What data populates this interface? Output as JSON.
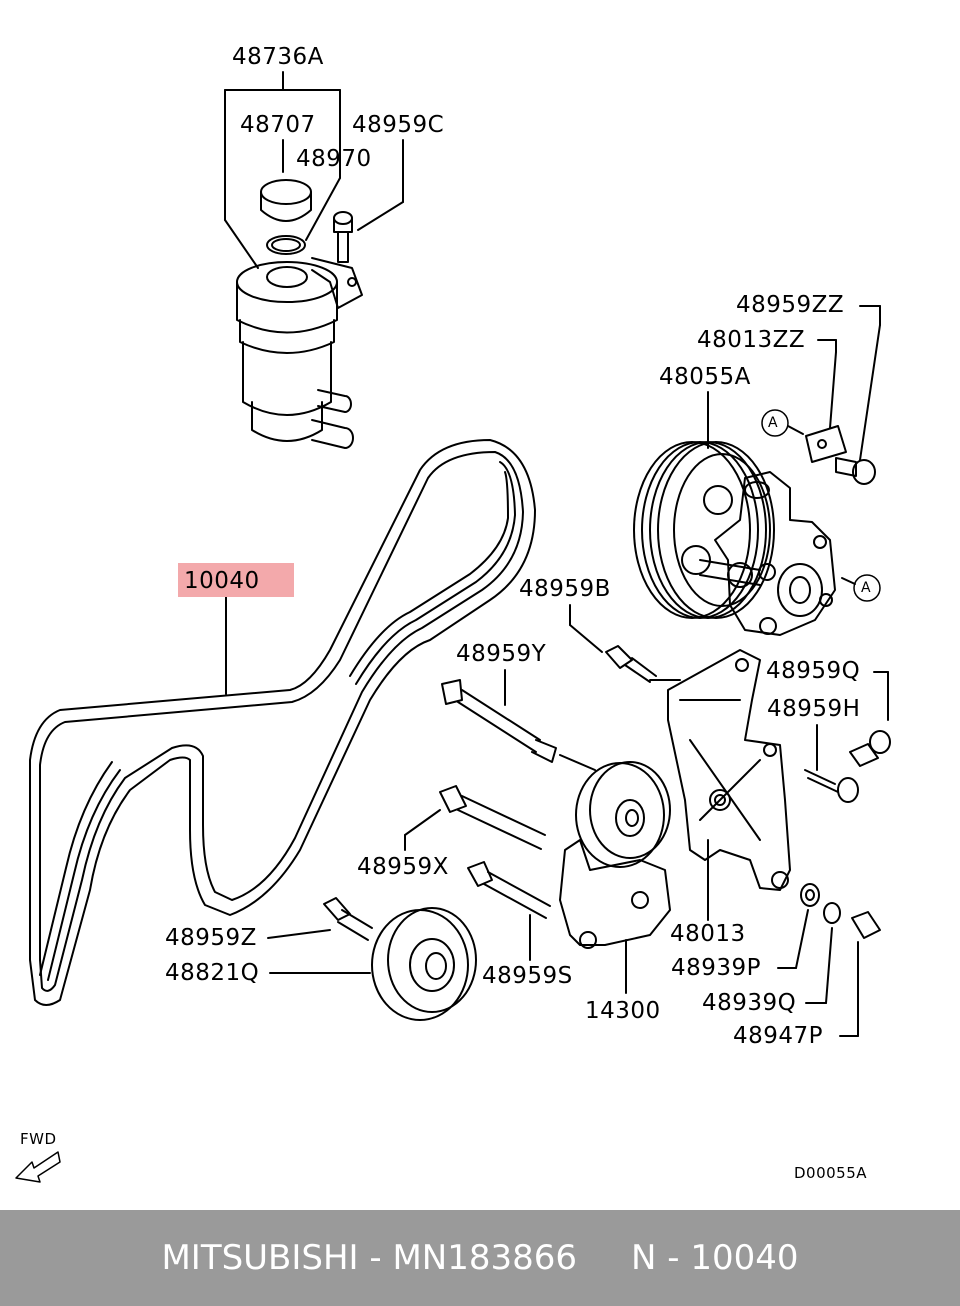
{
  "diagram_code": "D00055A",
  "fwd_label": "FWD",
  "callout_a": "A",
  "highlighted_part": "10040",
  "labels": [
    "48736A",
    "48707",
    "48959C",
    "48970",
    "48959ZZ",
    "48013ZZ",
    "48055A",
    "10040",
    "48959B",
    "48959Y",
    "48959Q",
    "48959H",
    "48959X",
    "48013",
    "48959Z",
    "48821Q",
    "48959S",
    "48939P",
    "48939Q",
    "14300",
    "48947P"
  ],
  "footer": {
    "brand": "MITSUBISHI",
    "part_number": "MN183866",
    "ref": "N - 10040",
    "text": "MITSUBISHI - MN183866     N - 10040"
  },
  "colors": {
    "highlight": "#f3a9ab",
    "footer_bg": "#9a9a9a",
    "footer_text": "#ffffff",
    "line": "#000000"
  }
}
